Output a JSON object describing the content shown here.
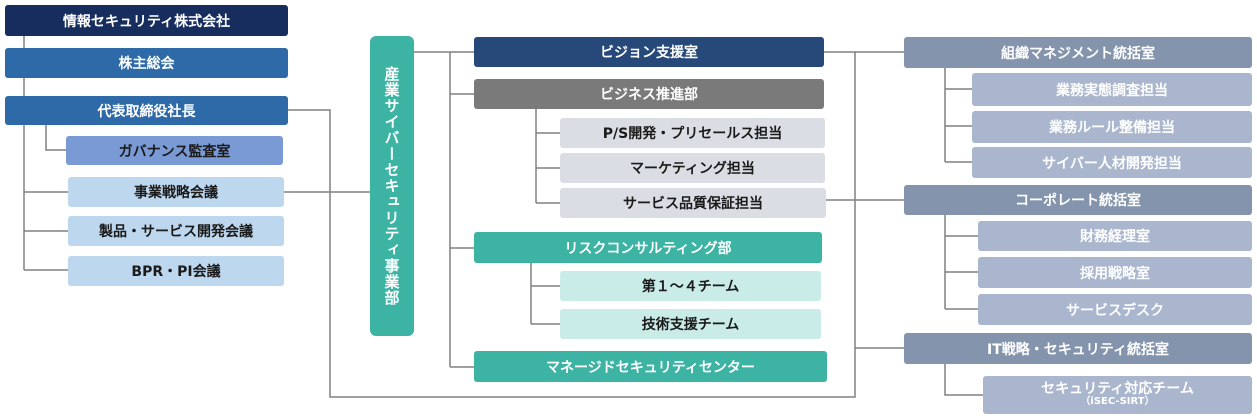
{
  "left": {
    "company": "情報セキュリティ株式会社",
    "shareholders": "株主総会",
    "president": "代表取締役社長",
    "governance_audit": "ガバナンス監査室",
    "meeting_strategy": "事業戦略会議",
    "meeting_product": "製品・サービス開発会議",
    "meeting_bpr": "BPR・PI会議"
  },
  "center": {
    "division": "産業サイバーセキュリティ事業部"
  },
  "middle": {
    "vision_support": "ビジョン支援室",
    "business_promotion": "ビジネス推進部",
    "ps_dev": "P/S開発・プリセールス担当",
    "marketing": "マーケティング担当",
    "service_qa": "サービス品質保証担当",
    "risk_consulting": "リスクコンサルティング部",
    "teams_1_4": "第１～４チーム",
    "tech_support": "技術支援チーム",
    "managed_security": "マネージドセキュリティセンター"
  },
  "right": {
    "org_mgmt": "組織マネジメント統括室",
    "biz_survey": "業務実態調査担当",
    "biz_rules": "業務ルール整備担当",
    "cyber_talent": "サイバー人材開発担当",
    "corporate": "コーポレート統括室",
    "finance": "財務経理室",
    "recruiting": "採用戦略室",
    "service_desk": "サービスデスク",
    "it_strategy": "IT戦略・セキュリティ統括室",
    "sirt_line1": "セキュリティ対応チーム",
    "sirt_line2": "（iSEC-SIRT）"
  },
  "colors": {
    "navy": "#172d5d",
    "blue": "#2e6aa8",
    "teal": "#3db3a4",
    "slate": "#8494ad",
    "gray": "#7a7a7a",
    "connector": "#808080"
  }
}
